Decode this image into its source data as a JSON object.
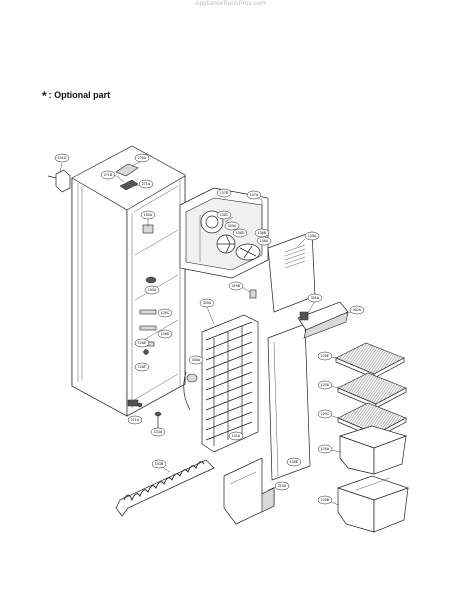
{
  "watermark": "AppliancePartsPros.com",
  "legend": {
    "symbol": "*",
    "text": ": Optional part"
  },
  "callouts": [
    {
      "id": "c101a",
      "label": "101A"
    },
    {
      "id": "c270a",
      "label": "270A"
    },
    {
      "id": "c271b",
      "label": "271B"
    },
    {
      "id": "c271a_top",
      "label": "271A"
    },
    {
      "id": "c137b",
      "label": "137B"
    },
    {
      "id": "c137a",
      "label": "137A"
    },
    {
      "id": "c136c",
      "label": "136C"
    },
    {
      "id": "c303a",
      "label": "303A"
    },
    {
      "id": "c136d",
      "label": "136D"
    },
    {
      "id": "c136b",
      "label": "136B"
    },
    {
      "id": "c136a",
      "label": "136A"
    },
    {
      "id": "c135a",
      "label": "135A"
    },
    {
      "id": "c152a",
      "label": "152A"
    },
    {
      "id": "c150a",
      "label": "150A"
    },
    {
      "id": "c319b",
      "label": "319B"
    },
    {
      "id": "c301a",
      "label": "301A"
    },
    {
      "id": "c332a",
      "label": "332A"
    },
    {
      "id": "c128c",
      "label": "128C"
    },
    {
      "id": "c128d",
      "label": "128D"
    },
    {
      "id": "c128e",
      "label": "128E"
    },
    {
      "id": "c128f",
      "label": "128F"
    },
    {
      "id": "c305a",
      "label": "305A"
    },
    {
      "id": "c320a",
      "label": "320A"
    },
    {
      "id": "c120e",
      "label": "120E"
    },
    {
      "id": "c120d",
      "label": "120D"
    },
    {
      "id": "c120c",
      "label": "120C"
    },
    {
      "id": "c271a_bot",
      "label": "271A"
    },
    {
      "id": "c103a",
      "label": "103A"
    },
    {
      "id": "c131a",
      "label": "131A"
    },
    {
      "id": "c130e",
      "label": "130E"
    },
    {
      "id": "c125a",
      "label": "125A"
    },
    {
      "id": "c103b",
      "label": "103B"
    },
    {
      "id": "c315a",
      "label": "315A"
    },
    {
      "id": "c125b",
      "label": "125B"
    }
  ]
}
